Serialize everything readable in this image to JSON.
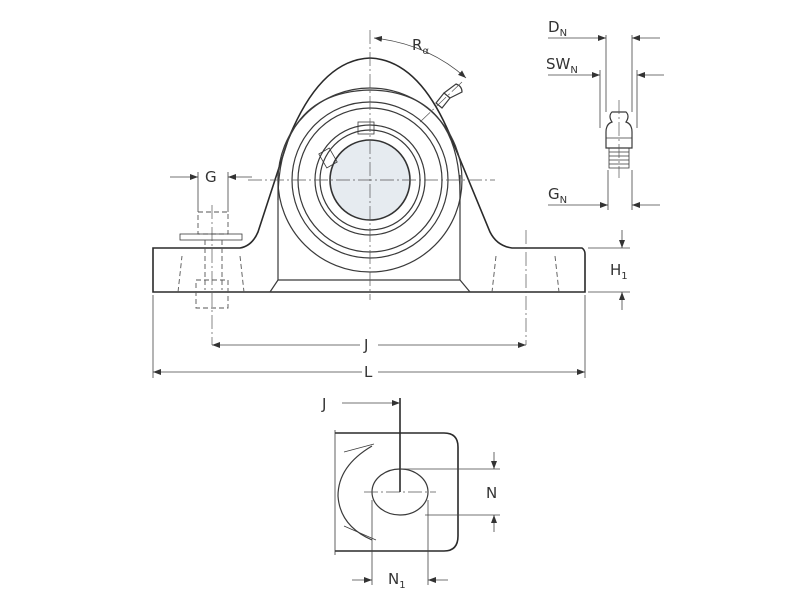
{
  "diagram": {
    "type": "technical-drawing",
    "subject": "pillow block bearing unit with grease nipple",
    "colors": {
      "line": "#3a3a3a",
      "background": "#ffffff",
      "bore_fill": "#e6ebf0"
    },
    "views": {
      "front": {
        "dimensions": {
          "angle": {
            "label": "R",
            "sub": "α"
          },
          "bolt": {
            "label": "G"
          },
          "height": {
            "label": "H",
            "sub": "1"
          },
          "bolt_spacing": {
            "label": "J"
          },
          "length": {
            "label": "L"
          }
        }
      },
      "grease_nipple": {
        "dimensions": {
          "diameter": {
            "label": "D",
            "sub": "N"
          },
          "wrench": {
            "label": "SW",
            "sub": "N"
          },
          "thread": {
            "label": "G",
            "sub": "N"
          }
        }
      },
      "slot_detail": {
        "dimensions": {
          "ref": {
            "label": "J"
          },
          "height": {
            "label": "N"
          },
          "width": {
            "label": "N",
            "sub": "1"
          }
        }
      }
    }
  }
}
